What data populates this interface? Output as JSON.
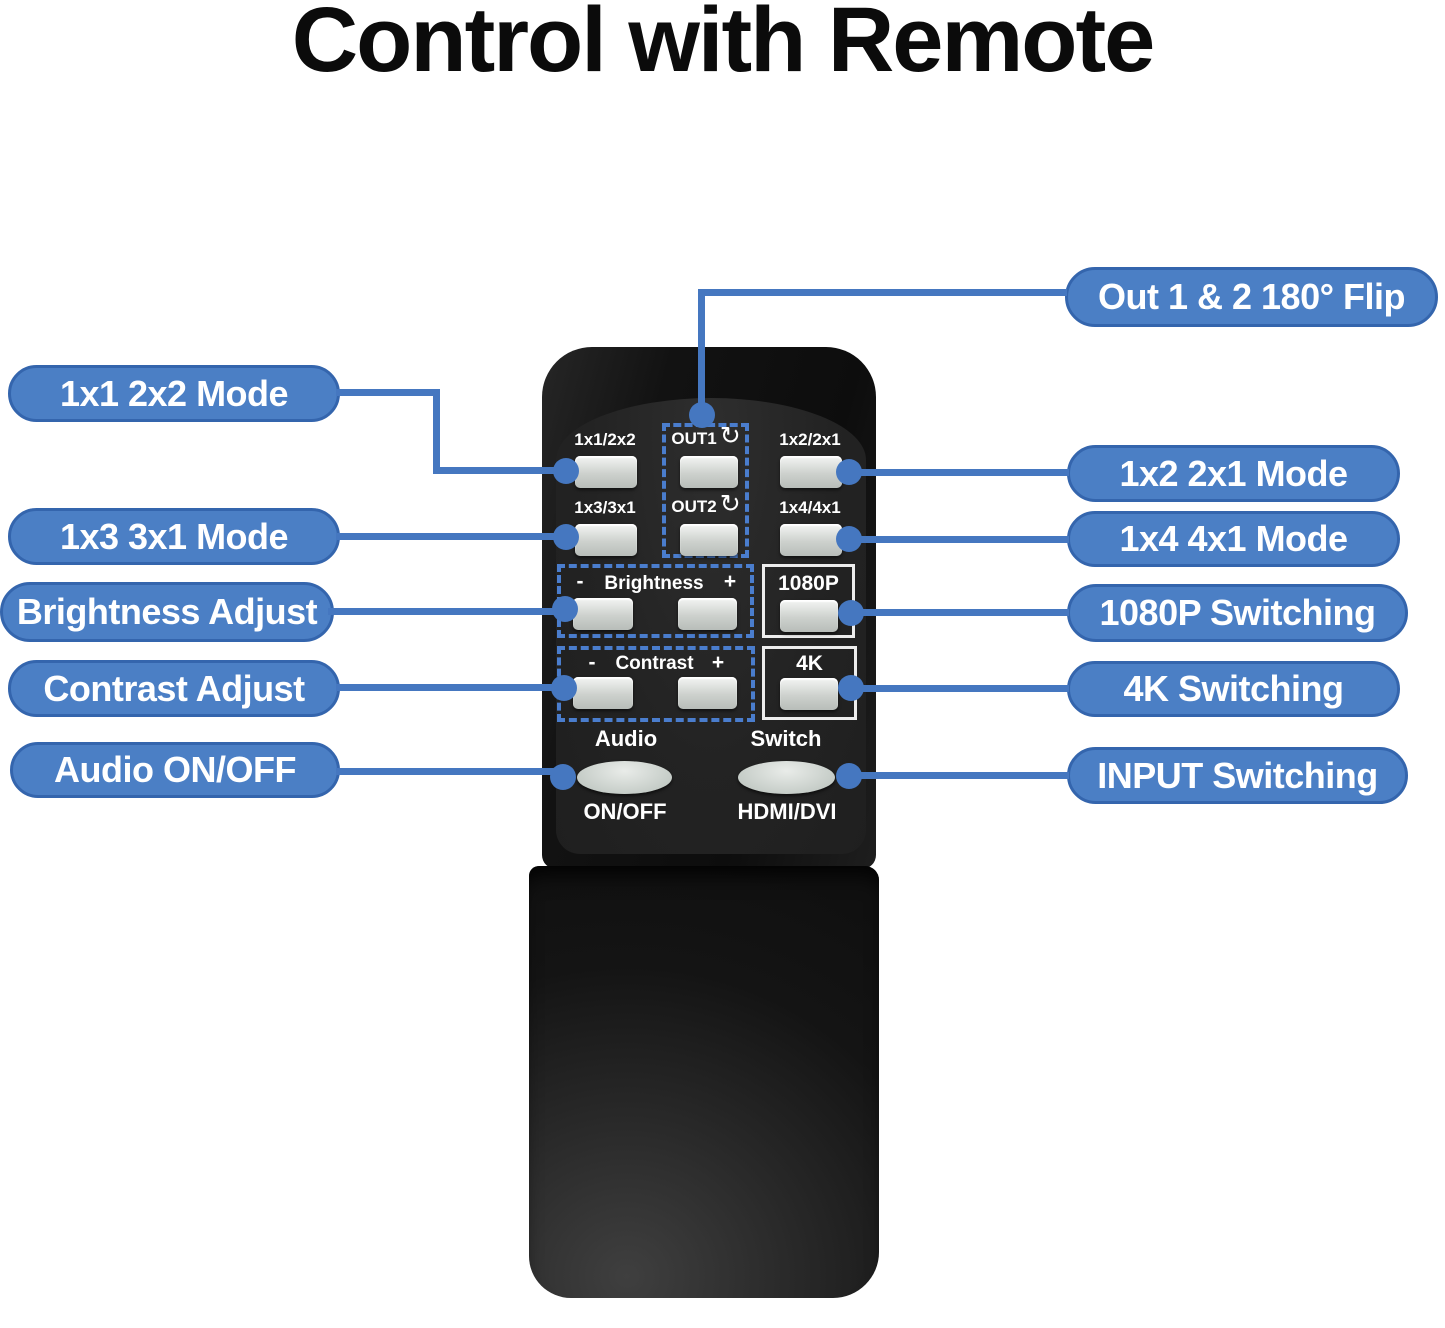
{
  "title": "Control with Remote",
  "colors": {
    "accent_fill": "#4b7fc5",
    "accent_border": "#3465ad",
    "connector_line": "#4577c0",
    "remote_body": "#141414",
    "button_gray": "#cdd1cd"
  },
  "callouts": {
    "left": [
      "1x1 2x2 Mode",
      "1x3 3x1 Mode",
      "Brightness Adjust",
      "Contrast Adjust",
      "Audio ON/OFF"
    ],
    "right": [
      "Out 1 & 2 180° Flip",
      "1x2 2x1 Mode",
      "1x4 4x1 Mode",
      "1080P Switching",
      "4K Switching",
      "INPUT Switching"
    ]
  },
  "remote": {
    "mode_buttons": {
      "r1c1": "1x1/2x2",
      "r1c2": "OUT1",
      "r1c3": "1x2/2x1",
      "r2c1": "1x3/3x1",
      "r2c2": "OUT2",
      "r2c3": "1x4/4x1"
    },
    "rotate_icon": "↻",
    "brightness": {
      "minus": "-",
      "label": "Brightness",
      "plus": "+"
    },
    "contrast": {
      "minus": "-",
      "label": "Contrast",
      "plus": "+"
    },
    "res_1080p": "1080P",
    "res_4k": "4K",
    "audio_label": "Audio",
    "audio_sub": "ON/OFF",
    "switch_label": "Switch",
    "switch_sub": "HDMI/DVI"
  }
}
